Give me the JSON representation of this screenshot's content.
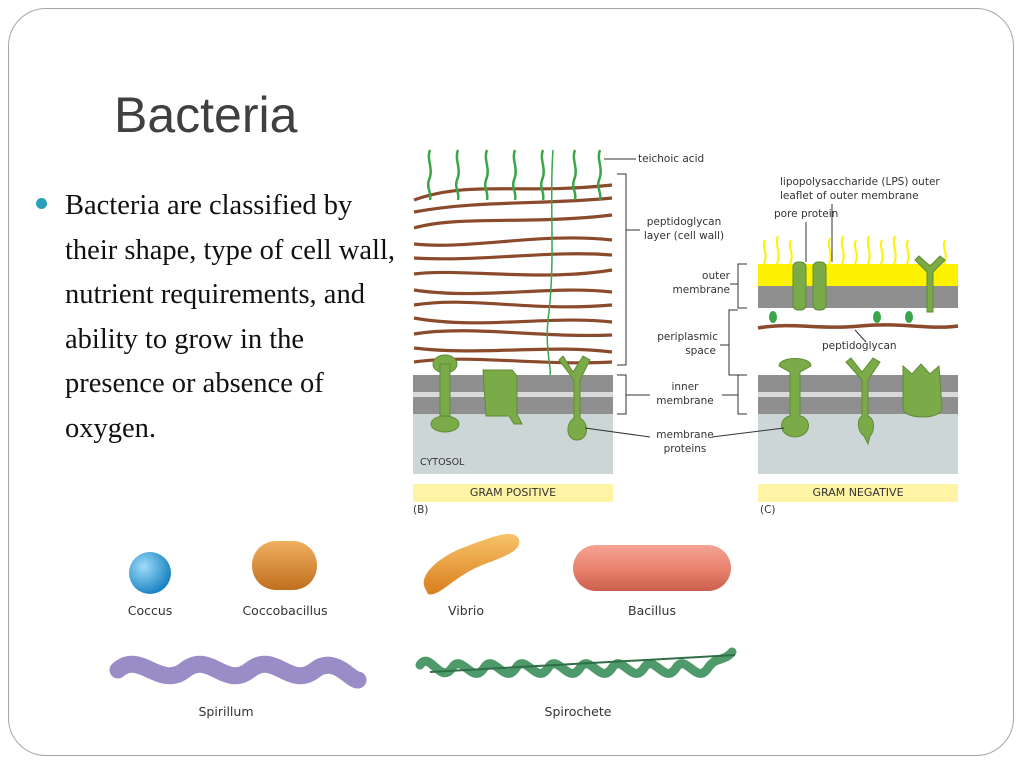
{
  "slide": {
    "title": "Bacteria",
    "bullet": "Bacteria are classified by their shape, type of cell wall, nutrient requirements, and ability to grow in the presence or absence of oxygen."
  },
  "cell_wall_figure": {
    "gram_positive": {
      "banner": "GRAM POSITIVE",
      "panel_letter": "(B)",
      "cytosol": "CYTOSOL"
    },
    "gram_negative": {
      "banner": "GRAM NEGATIVE",
      "panel_letter": "(C)"
    },
    "labels": {
      "teichoic_acid": "teichoic acid",
      "peptidoglycan_layer_1": "peptidoglycan",
      "peptidoglycan_layer_2": "layer (cell wall)",
      "outer_membrane_1": "outer",
      "outer_membrane_2": "membrane",
      "periplasmic_1": "periplasmic",
      "periplasmic_2": "space",
      "inner_membrane_1": "inner",
      "inner_membrane_2": "membrane",
      "membrane_proteins_1": "membrane",
      "membrane_proteins_2": "proteins",
      "lps_1": "lipopolysaccharide (LPS) outer",
      "lps_2": "leaflet of outer membrane",
      "pore_protein": "pore protein",
      "peptidoglycan": "peptidoglycan"
    },
    "colors": {
      "peptidoglycan": "#8b4a2b",
      "membrane": "#8f8f8f",
      "protein": "#7aab48",
      "teichoic": "#3aa64a",
      "lps_band": "#fff200",
      "cytosol": "#ccd6d6",
      "banner": "#fff4a6"
    }
  },
  "shapes": [
    {
      "name": "Coccus",
      "color": "#2e9bd6"
    },
    {
      "name": "Coccobacillus",
      "color": "#d9892f"
    },
    {
      "name": "Vibrio",
      "color": "#e8962e"
    },
    {
      "name": "Bacillus",
      "color": "#e8806c"
    },
    {
      "name": "Spirillum",
      "color": "#9a8cc6"
    },
    {
      "name": "Spirochete",
      "color": "#4f9a6a"
    }
  ]
}
